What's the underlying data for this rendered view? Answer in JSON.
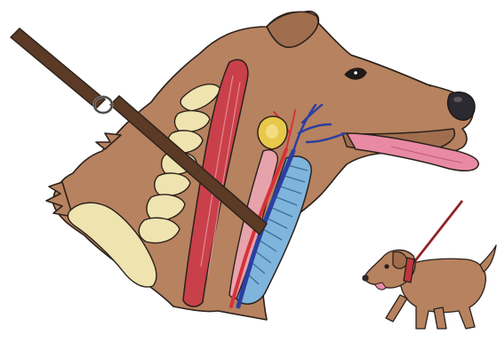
{
  "illustration": {
    "subject": "dog-neck-anatomy-with-leash",
    "parts": [
      "dog-head",
      "leash",
      "leash-ring",
      "cervical-vertebrae",
      "neck-muscle",
      "thyroid-gland",
      "blood-vessels",
      "trachea",
      "esophagus",
      "tongue",
      "small-dog-on-leash"
    ],
    "colors": {
      "fur": "#b7825f",
      "fur_shadow": "#a06d4d",
      "outline": "#2a211c",
      "leash": "#5b3a26",
      "bone": "#efe3b0",
      "muscle": "#c9404a",
      "muscle_light": "#e28a8f",
      "thyroid": "#e8c84a",
      "vein": "#2b3fa0",
      "artery": "#d8313a",
      "trachea": "#7fb4dc",
      "esophagus": "#e7a3ab",
      "tongue": "#e98aa4",
      "nose": "#2c2a30",
      "small_leash": "#c0363c"
    }
  }
}
